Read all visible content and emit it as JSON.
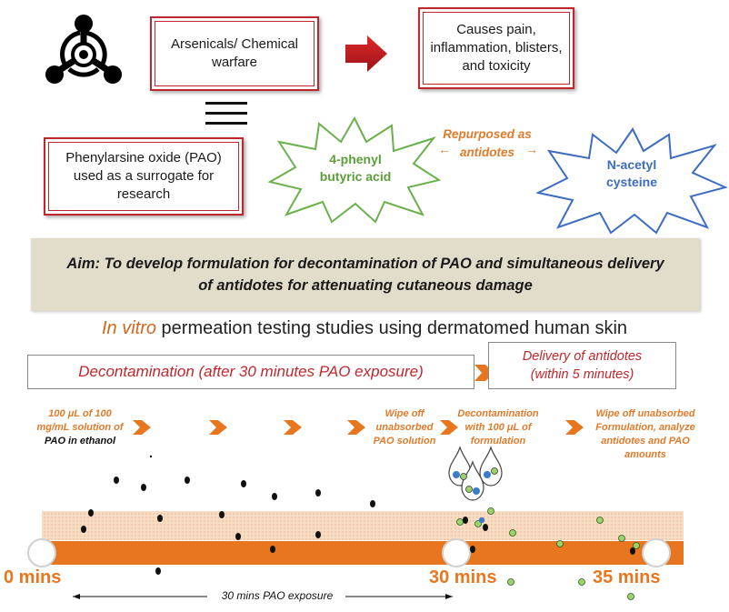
{
  "top": {
    "arsenicals_label": "Arsenicals/ Chemical warfare",
    "effects_label": "Causes pain, inflammation, blisters, and toxicity",
    "pao_label": "Phenylarsine oxide (PAO) used as a surrogate for research"
  },
  "antidotes": {
    "left": "4-phenyl butyric acid",
    "right": "N-acetyl cysteine",
    "repurposed_label": "Repurposed as antidotes",
    "arrow_left": "←",
    "arrow_right": "→"
  },
  "aim": {
    "text": "Aim: To develop formulation for decontamination of PAO and simultaneous delivery of antidotes for attenuating cutaneous damage"
  },
  "study": {
    "prefix": "In vitro",
    "rest": " permeation testing studies using dermatomed human skin"
  },
  "phases": {
    "decontamination": "Decontamination (after 30 minutes PAO exposure)",
    "delivery": "Delivery of antidotes (within 5 minutes)"
  },
  "steps": {
    "step1_orange": "100 μL of 100 mg/mL solution of",
    "step1_black": "PAO in ethanol",
    "step2": "Wipe off unabsorbed PAO solution",
    "step3": "Decontamination with 100 μL of formulation",
    "step4": "Wipe off unabsorbed Formulation, analyze antidotes and PAO amounts"
  },
  "timeline": {
    "t0": "0 mins",
    "t30": "30 mins",
    "t35": "35 mins",
    "exposure": "30 mins PAO exposure"
  },
  "colors": {
    "box_border": "#c0272d",
    "orange": "#e8761e",
    "green_star": "#6ab04c",
    "blue_star": "#3d6cc0",
    "aim_bg": "#e2dccb"
  },
  "icons": [
    "biohazard-icon",
    "equals-icon",
    "arrow-right-icon",
    "chevron-right-icon",
    "droplet-icon"
  ]
}
